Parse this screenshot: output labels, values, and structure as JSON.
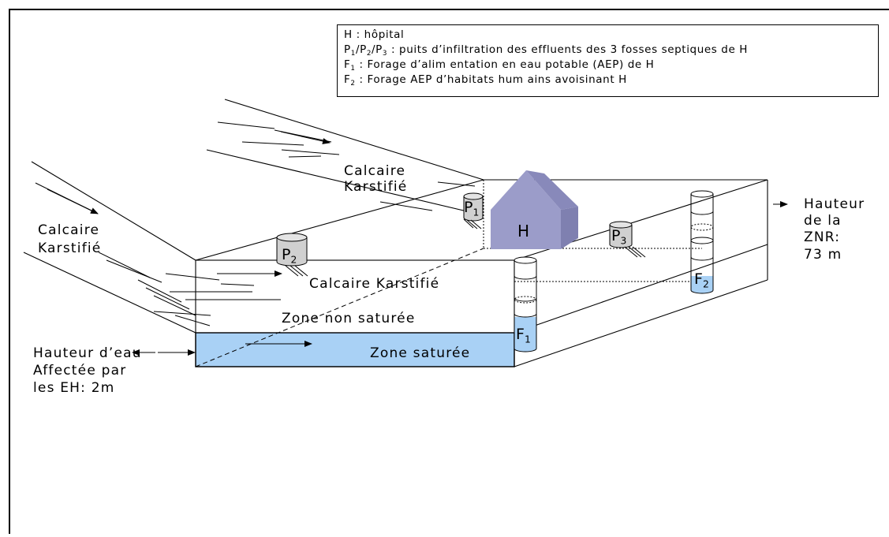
{
  "legend": [
    {
      "id": "h",
      "parts": [
        {
          "t": "H : hôpital"
        }
      ]
    },
    {
      "id": "p",
      "parts": [
        {
          "t": "P"
        },
        {
          "s": "1"
        },
        {
          "t": "/P"
        },
        {
          "s": "2"
        },
        {
          "t": "/P"
        },
        {
          "s": "3"
        },
        {
          "t": " : puits d’infiltration des effluents des 3 fosses septiques de H"
        }
      ]
    },
    {
      "id": "f1",
      "parts": [
        {
          "t": "F"
        },
        {
          "s": "1"
        },
        {
          "t": " : Forage d’alim entation en eau potable (AEP) de H"
        }
      ]
    },
    {
      "id": "f2",
      "parts": [
        {
          "t": "F"
        },
        {
          "s": "2"
        },
        {
          "t": " : Forage AEP d’habitats hum ains avoisinant H"
        }
      ]
    }
  ],
  "labels": {
    "calcaire_top_1": "Calcaire",
    "calcaire_top_2": "Karstifié",
    "calcaire_left_1": "Calcaire",
    "calcaire_left_2": "Karstifié",
    "calcaire_front": "Calcaire Karstifié",
    "zone_non_saturee": "Zone non saturée",
    "zone_saturee": "Zone saturée",
    "hauteur_eau_1": "Hauteur d’eau",
    "hauteur_eau_2": "Affectée par",
    "hauteur_eau_3": "les EH: 2m",
    "hauteur_znr_1": "Hauteur",
    "hauteur_znr_2": "de la",
    "hauteur_znr_3": "ZNR:",
    "hauteur_znr_4": "73 m",
    "hospital": "H"
  },
  "wells": {
    "p1": {
      "main": "P",
      "sub": "1"
    },
    "p2": {
      "main": "P",
      "sub": "2"
    },
    "p3": {
      "main": "P",
      "sub": "3"
    },
    "f1": {
      "main": "F",
      "sub": "1"
    },
    "f2": {
      "main": "F",
      "sub": "2"
    }
  },
  "colors": {
    "water": "#a9d1f5",
    "house": "#9b9cc9",
    "well_cap": "#d0d0d0",
    "line": "#000000"
  }
}
